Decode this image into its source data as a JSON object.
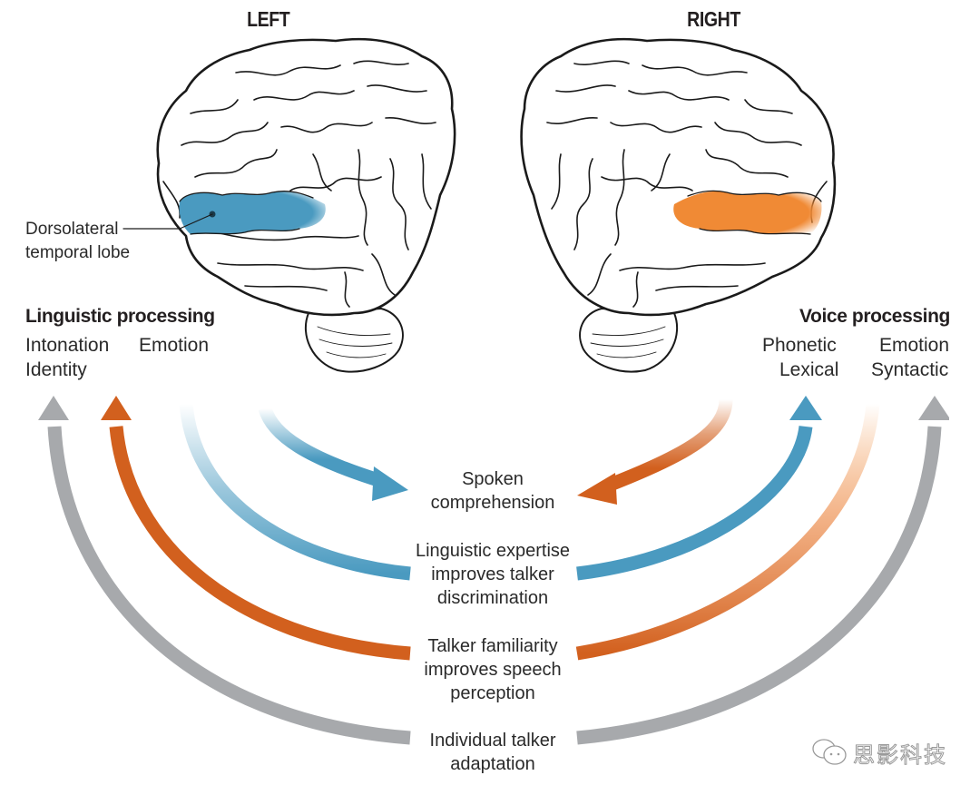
{
  "hemispheres": {
    "left": {
      "label": "LEFT",
      "highlight_color": "#4a9ac0"
    },
    "right": {
      "label": "RIGHT",
      "highlight_color": "#f08a35"
    }
  },
  "callout": {
    "lines": [
      "Dorsolateral",
      "temporal lobe"
    ]
  },
  "left_processing": {
    "title": "Linguistic processing",
    "items": [
      "Intonation",
      "Emotion",
      "Identity"
    ]
  },
  "right_processing": {
    "title": "Voice processing",
    "items": [
      "Phonetic",
      "Emotion",
      "Lexical",
      "Syntactic"
    ]
  },
  "flows": [
    {
      "id": "spoken-comprehension",
      "lines": [
        "Spoken",
        "comprehension"
      ],
      "left_color": "#4a9ac0",
      "right_color": "#d2601e"
    },
    {
      "id": "linguistic-expertise",
      "lines": [
        "Linguistic expertise",
        "improves talker",
        "discrimination"
      ],
      "left_color": "#4a9ac0",
      "right_color": "#4a9ac0"
    },
    {
      "id": "talker-familiarity",
      "lines": [
        "Talker familiarity",
        "improves speech",
        "perception"
      ],
      "left_color": "#d2601e",
      "right_color": "#d2601e"
    },
    {
      "id": "individual-adaptation",
      "lines": [
        "Individual talker",
        "adaptation"
      ],
      "left_color": "#a7a9ac",
      "right_color": "#a7a9ac"
    }
  ],
  "colors": {
    "blue": "#4a9ac0",
    "orange_dark": "#d2601e",
    "orange_light": "#f08a35",
    "gray": "#a7a9ac",
    "text": "#231f20"
  },
  "watermark": {
    "text": "思影科技",
    "icon": "wechat-icon"
  }
}
